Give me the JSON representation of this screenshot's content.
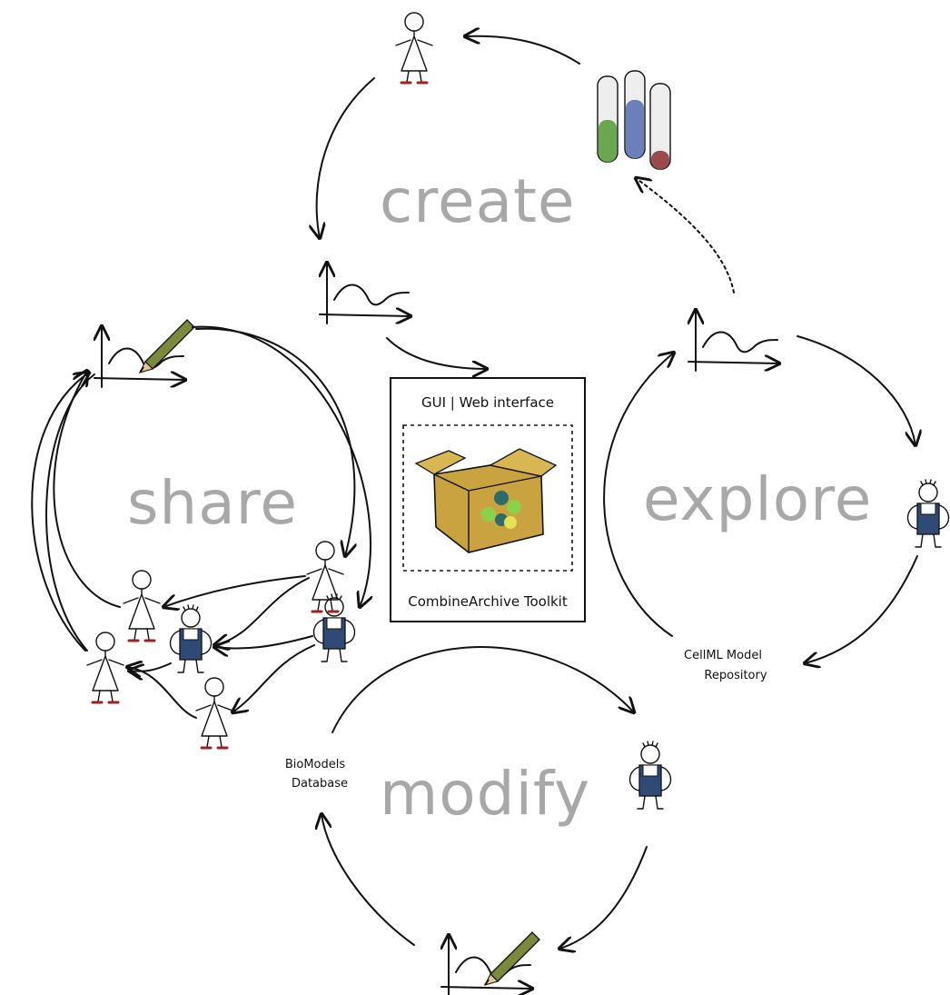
{
  "phases": {
    "create": "create",
    "share": "share",
    "explore": "explore",
    "modify": "modify"
  },
  "toolkit": {
    "top_label": "GUI | Web interface",
    "bottom_label": "CombineArchive Toolkit"
  },
  "repositories": {
    "cellml_line1": "CellML Model",
    "cellml_line2": "Repository",
    "biomodels_line1": "BioModels",
    "biomodels_line2": "Database"
  },
  "colors": {
    "phase_text": "#a8a8a8",
    "overalls": "#2f4a74",
    "tube_green": "#6aa84f",
    "tube_blue": "#6b7fb8",
    "tube_red": "#9a4a4a",
    "pencil": "#7a8a3a",
    "box": "#c9a33f",
    "shoes": "#a02020"
  }
}
